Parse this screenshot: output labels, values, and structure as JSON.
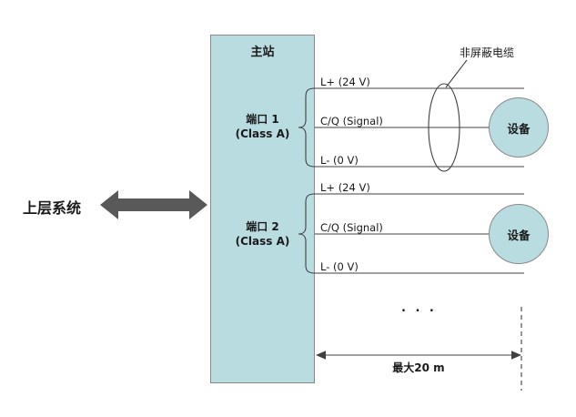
{
  "colors": {
    "box_fill": "#b9dce1",
    "box_border": "#8a8a8a",
    "wire": "#404040",
    "big_arrow": "#595959",
    "text": "#1a1a1a"
  },
  "master": {
    "label": "主站"
  },
  "upper_system": {
    "label": "上层系统"
  },
  "cable": {
    "label": "非屏蔽电缆"
  },
  "ports": [
    {
      "name": "端口 1",
      "class": "(Class A)",
      "signals": [
        "L+ (24 V)",
        "C/Q (Signal)",
        "L- (0 V)"
      ],
      "device": "设备"
    },
    {
      "name": "端口 2",
      "class": "(Class A)",
      "signals": [
        "L+ (24 V)",
        "C/Q (Signal)",
        "L- (0 V)"
      ],
      "device": "设备"
    }
  ],
  "misc": {
    "ellipsis": ". . ."
  },
  "dimension": {
    "label": "最大20 m"
  }
}
